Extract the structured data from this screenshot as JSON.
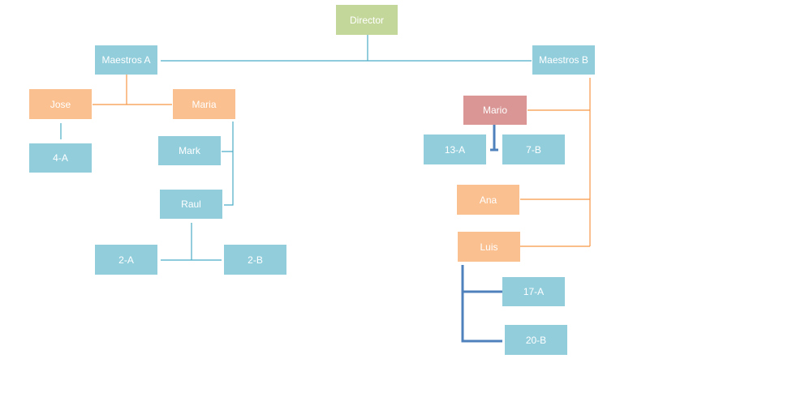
{
  "nodes": {
    "director": "Director",
    "maestros_a": "Maestros A",
    "maestros_b": "Maestros B",
    "jose": "Jose",
    "maria": "Maria",
    "group_4a": "4-A",
    "mark": "Mark",
    "raul": "Raul",
    "group_2a": "2-A",
    "group_2b": "2-B",
    "mario": "Mario",
    "group_13a": "13-A",
    "group_7b": "7-B",
    "ana": "Ana",
    "luis": "Luis",
    "group_17a": "17-A",
    "group_20b": "20-B"
  },
  "colors": {
    "director": "#c4d79b",
    "group_box": "#92cddc",
    "teacher_box": "#fac090",
    "highlight_box": "#d99694",
    "connector_blue": "#4bacc6",
    "connector_orange": "#f79646",
    "connector_dark_blue": "#4f81bd"
  }
}
